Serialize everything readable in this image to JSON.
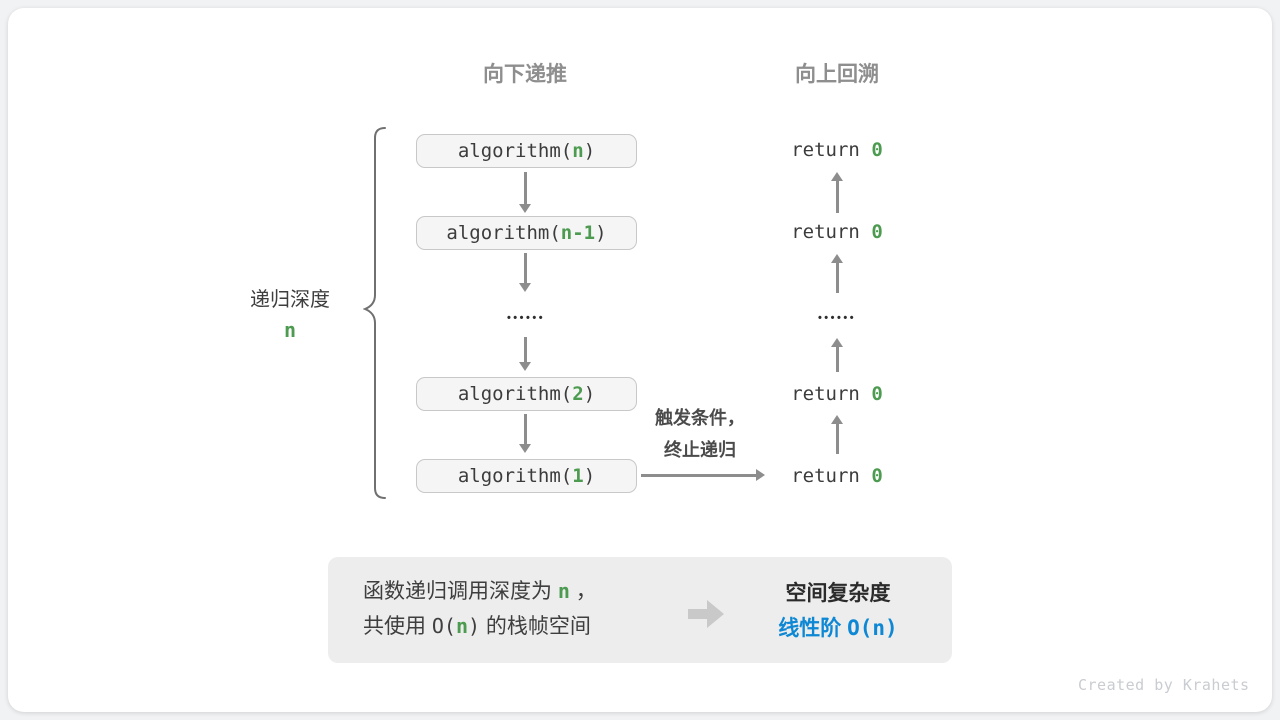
{
  "colors": {
    "pageBg": "#f1f2f4",
    "cardBg": "#ffffff",
    "green": "#4c9b50",
    "blue": "#0e88d4",
    "arrow": "#8d8d8d",
    "code": "#3c3c3c",
    "header": "#8e8e8e",
    "boxBorder": "#c8c8c8",
    "boxFill": "#f5f5f5",
    "summaryBg": "#ededed",
    "trigger": "#4b4b4b",
    "label": "#3e3e3e",
    "brace": "#707070",
    "credit": "#c9ccd1",
    "blockArrow": "#c9c9c9"
  },
  "headers": {
    "down": "向下递推",
    "up": "向上回溯"
  },
  "depth_label": {
    "text": "递归深度",
    "var": "n"
  },
  "calls": [
    {
      "pre": "algorithm(",
      "arg": "n",
      "post": ")"
    },
    {
      "pre": "algorithm(",
      "arg": "n-1",
      "post": ")"
    },
    {
      "pre": "algorithm(",
      "arg": "2",
      "post": ")"
    },
    {
      "pre": "algorithm(",
      "arg": "1",
      "post": ")"
    }
  ],
  "returns": [
    {
      "pre": "return ",
      "val": "0"
    },
    {
      "pre": "return ",
      "val": "0"
    },
    {
      "pre": "return ",
      "val": "0"
    },
    {
      "pre": "return ",
      "val": "0"
    }
  ],
  "ellipsis": "••••••",
  "trigger": {
    "line1": "触发条件，",
    "line2": "终止递归"
  },
  "summary": {
    "line1": {
      "t1": "函数递归调用深度为 ",
      "var": "n",
      "t2": " ，"
    },
    "line2": {
      "t1": "共使用 ",
      "o": "O(",
      "var": "n",
      "c": ")",
      "t2": " 的栈帧空间"
    },
    "result_title": "空间复杂度",
    "result_text": "线性阶 ",
    "result_code": "O(n)"
  },
  "credit": "Created by Krahets"
}
